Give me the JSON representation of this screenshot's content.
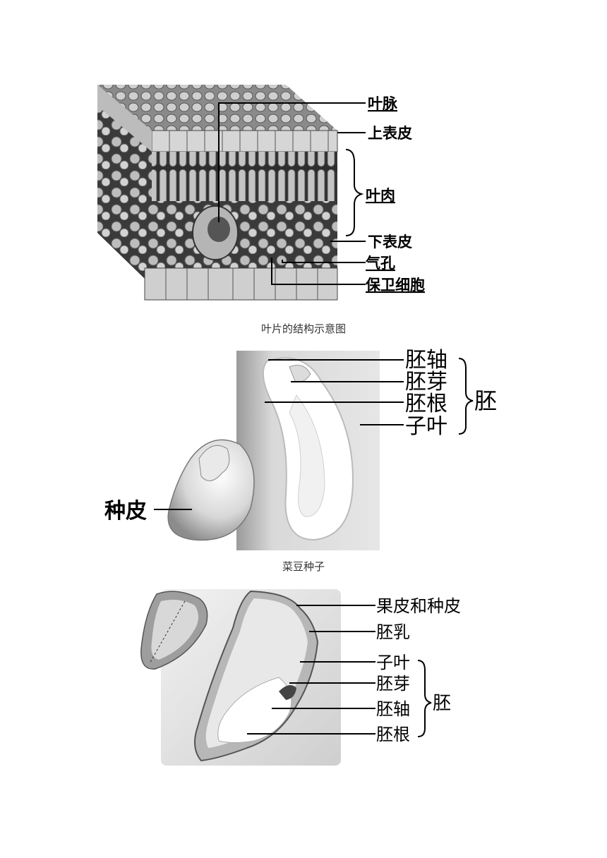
{
  "leaf": {
    "labels": {
      "vein": "叶脉",
      "upper_epidermis": "上表皮",
      "mesophyll": "叶肉",
      "lower_epidermis": "下表皮",
      "stoma": "气孔",
      "guard_cell": "保卫细胞"
    },
    "caption": "叶片的结构示意图"
  },
  "bean": {
    "labels": {
      "hypocotyl": "胚轴",
      "plumule": "胚芽",
      "radicle": "胚根",
      "cotyledon": "子叶",
      "embryo": "胚",
      "seed_coat": "种皮"
    },
    "caption": "菜豆种子"
  },
  "corn": {
    "labels": {
      "pericarp_seed_coat": "果皮和种皮",
      "endosperm": "胚乳",
      "cotyledon": "子叶",
      "plumule": "胚芽",
      "hypocotyl": "胚轴",
      "radicle": "胚根",
      "embryo": "胚"
    }
  }
}
